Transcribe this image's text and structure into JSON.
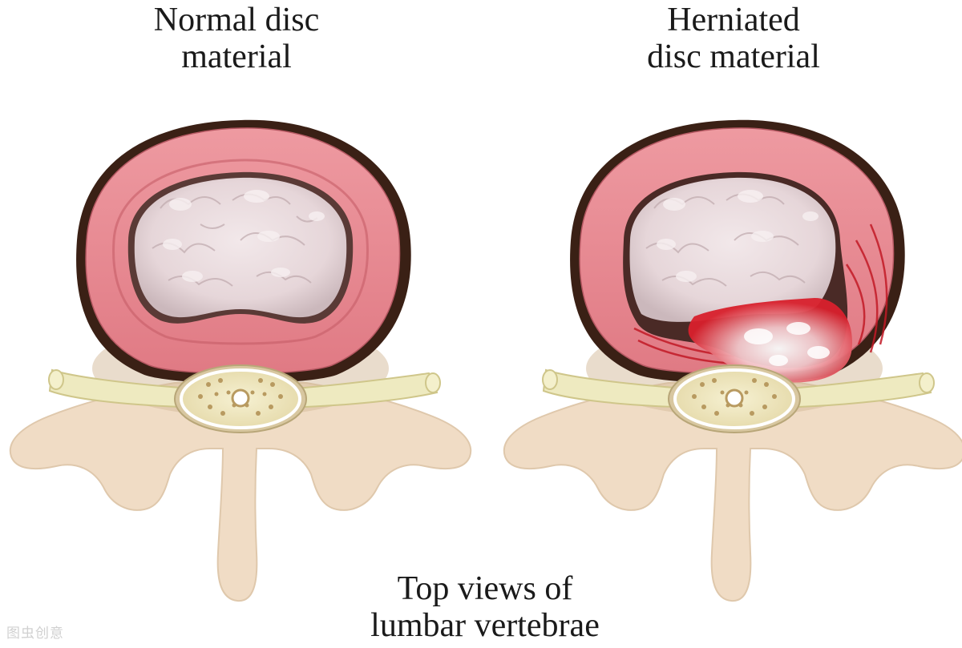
{
  "labels": {
    "normal": {
      "line1": "Normal disc",
      "line2": "material"
    },
    "herniated": {
      "line1": "Herniated",
      "line2": "disc material"
    },
    "caption": {
      "line1": "Top views of",
      "line2": "lumbar vertebrae"
    }
  },
  "watermark": "图虫创意",
  "colors": {
    "annulus": "#e8868e",
    "annulus_dark": "#c65e68",
    "nucleus": "#e9dcde",
    "bone": "#efd9bf",
    "nerve": "#eeeac0",
    "herniation_red": "#d8202c",
    "outline": "#3a2015"
  }
}
